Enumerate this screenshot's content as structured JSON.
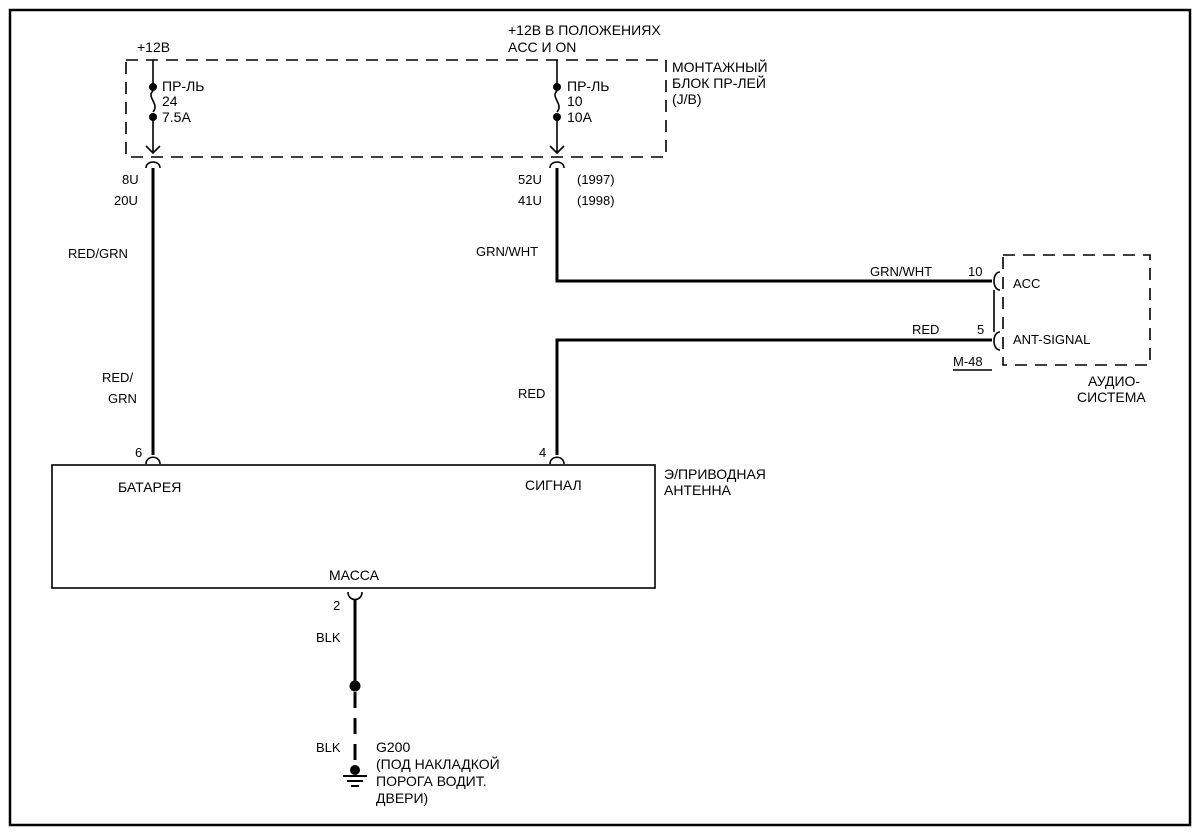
{
  "supply": {
    "left": "+12В",
    "right_line1": "+12В В ПОЛОЖЕНИЯХ",
    "right_line2": "ACC И ON"
  },
  "junction_block": {
    "line1": "МОНТАЖНЫЙ",
    "line2": "БЛОК ПР-ЛЕЙ",
    "line3": "(J/B)"
  },
  "fuse_left": {
    "name": "ПР-ЛЬ",
    "number": "24",
    "rating": "7.5A"
  },
  "fuse_right": {
    "name": "ПР-ЛЬ",
    "number": "10",
    "rating": "10A"
  },
  "connectors": {
    "left_top": "8U",
    "left_bottom": "20U",
    "right_top": "52U",
    "right_top_year": "(1997)",
    "right_bottom": "41U",
    "right_bottom_year": "(1998)"
  },
  "wires": {
    "left_upper": "RED/GRN",
    "left_lower_line1": "RED/",
    "left_lower_line2": "GRN",
    "mid_upper": "GRN/WHT",
    "audio_acc": "GRN/WHT",
    "audio_ant": "RED",
    "mid_lower": "RED",
    "ground_upper": "BLK",
    "ground_lower": "BLK"
  },
  "audio": {
    "pin_acc": "10",
    "pin_ant": "5",
    "acc_label": "ACC",
    "ant_label": "ANT-SIGNAL",
    "connector_id": "M-48",
    "title_line1": "АУДИО-",
    "title_line2": "СИСТЕМА"
  },
  "antenna": {
    "pin_battery": "6",
    "pin_signal": "4",
    "pin_ground": "2",
    "battery_label": "БАТАРЕЯ",
    "signal_label": "СИГНАЛ",
    "ground_label": "МАССА",
    "title_line1": "Э/ПРИВОДНАЯ",
    "title_line2": "АНТЕННА"
  },
  "ground": {
    "id": "G200",
    "line1": "(ПОД НАКЛАДКОЙ",
    "line2": "ПОРОГА ВОДИТ.",
    "line3": "ДВЕРИ)"
  }
}
